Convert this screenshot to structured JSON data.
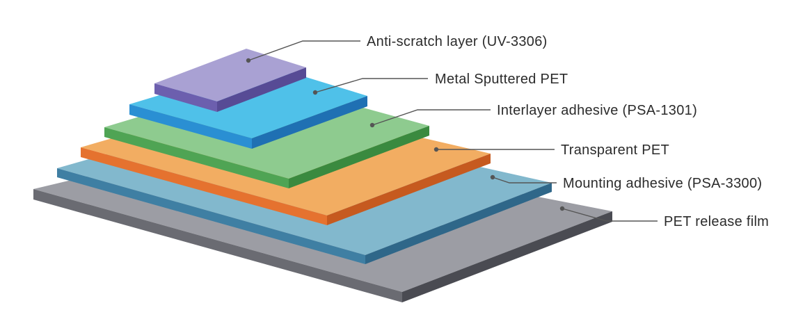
{
  "layers": [
    {
      "id": "pet-release-film",
      "label": "PET release film",
      "colors": {
        "top": "#9c9da4",
        "front": "#6a6b72",
        "side": "#4a4b52"
      }
    },
    {
      "id": "mounting-adhesive",
      "label": "Mounting adhesive (PSA-3300)",
      "colors": {
        "top": "#82b8cd",
        "front": "#3f7fa3",
        "side": "#2f6789"
      }
    },
    {
      "id": "transparent-pet",
      "label": "Transparent PET",
      "colors": {
        "top": "#f2ad62",
        "front": "#e5722f",
        "side": "#c65a1f"
      }
    },
    {
      "id": "interlayer-adhesive",
      "label": "Interlayer adhesive (PSA-1301)",
      "colors": {
        "top": "#8ecb8f",
        "front": "#4fa454",
        "side": "#3a8a3f"
      }
    },
    {
      "id": "metal-sputtered-pet",
      "label": "Metal Sputtered PET",
      "colors": {
        "top": "#4fc1e9",
        "front": "#2a8fd3",
        "side": "#1f70b3"
      }
    },
    {
      "id": "anti-scratch-layer",
      "label": "Anti-scratch layer (UV-3306)",
      "colors": {
        "top": "#a9a1d3",
        "front": "#6c5fae",
        "side": "#574b95"
      }
    }
  ],
  "colors": {
    "leader": "#555555",
    "label_text": "#2b2b2b",
    "background": "#ffffff"
  }
}
